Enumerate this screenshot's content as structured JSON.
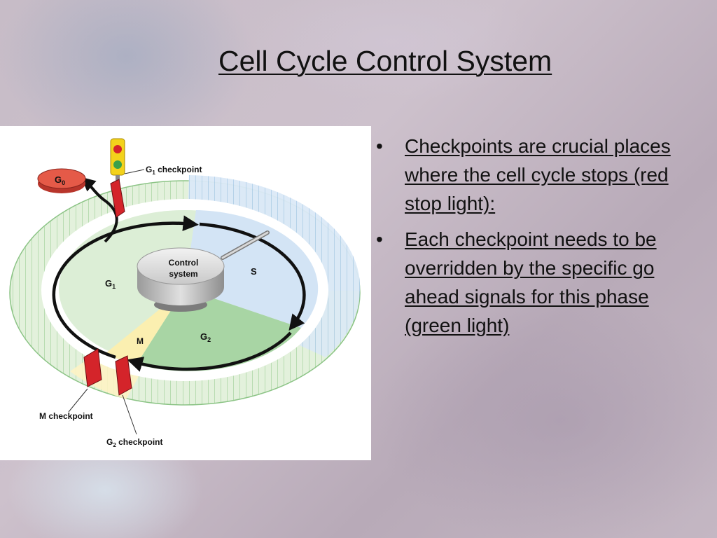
{
  "slide": {
    "title": "Cell Cycle Control System",
    "bullets": [
      "Checkpoints are crucial places where the cell cycle stops (red stop light):",
      "Each checkpoint needs to be overridden by the specific go ahead signals for this phase (green light)"
    ]
  },
  "diagram": {
    "g0_label": "G",
    "g0_sub": "0",
    "g1_checkpoint_label": "G",
    "g1_checkpoint_sub": "1",
    "g1_checkpoint_suffix": " checkpoint",
    "control_line1": "Control",
    "control_line2": "system",
    "phase_g1": "G",
    "phase_g1_sub": "1",
    "phase_s": "S",
    "phase_g2": "G",
    "phase_g2_sub": "2",
    "phase_m": "M",
    "m_checkpoint_label": "M checkpoint",
    "g2_checkpoint_label": "G",
    "g2_checkpoint_sub": "2",
    "g2_checkpoint_suffix": " checkpoint",
    "colors": {
      "g1_ring": "#dcedd5",
      "s_ring": "#d6e6f6",
      "g2_wedge": "#a9d6a6",
      "m_wedge": "#fbefb0",
      "checkpoint_red": "#d4242a",
      "g0_red": "#e55a48"
    }
  }
}
